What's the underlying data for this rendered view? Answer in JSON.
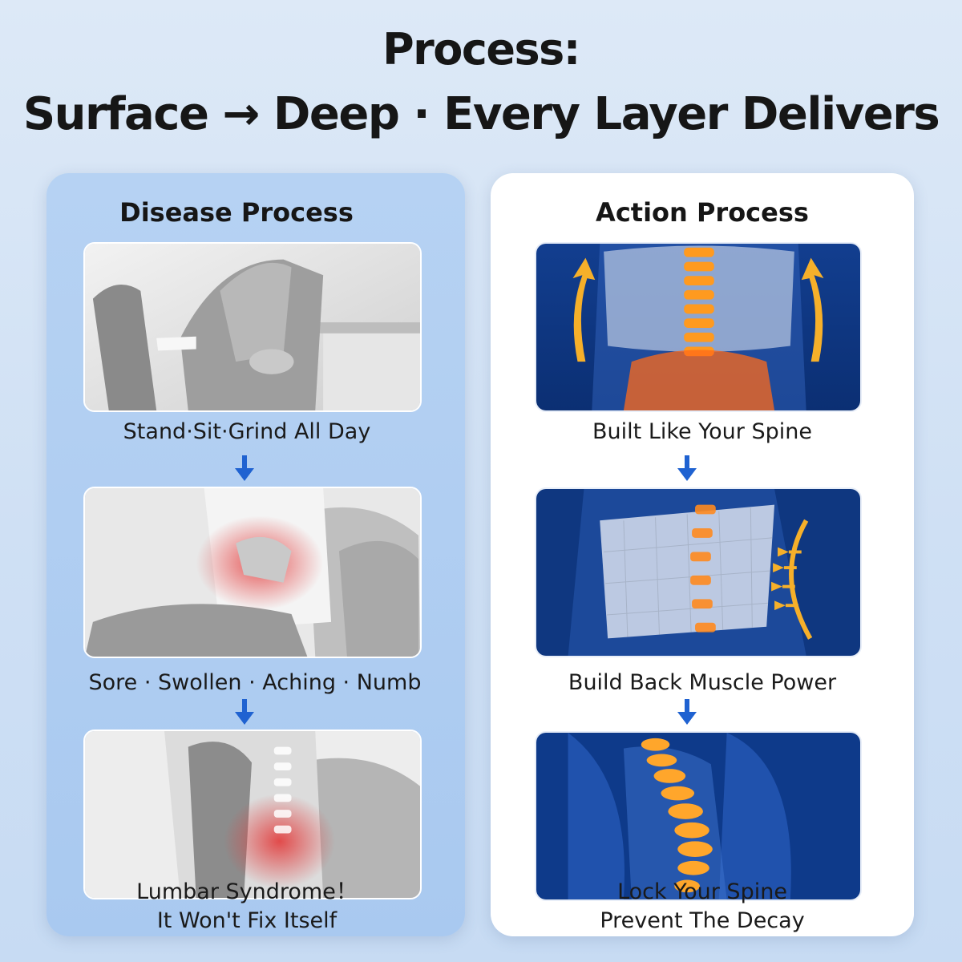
{
  "header": {
    "line1": "Process:",
    "line2": "Surface → Deep · Every Layer Delivers"
  },
  "left": {
    "heading": "Disease Process",
    "captions": [
      "Stand·Sit·Grind All Day",
      "Sore · Swollen · Aching · Numb",
      "Lumbar Syndrome！",
      "It Won't Fix Itself"
    ]
  },
  "right": {
    "heading": "Action Process",
    "captions": [
      "Built Like Your Spine",
      "Build Back Muscle Power",
      "Lock Your Spine",
      "Prevent The Decay"
    ]
  },
  "colors": {
    "arrow": "#1f62d1",
    "pain": "#e23b3b",
    "spine": "#ff9a1f",
    "xray_bg": "#0b2f73"
  }
}
